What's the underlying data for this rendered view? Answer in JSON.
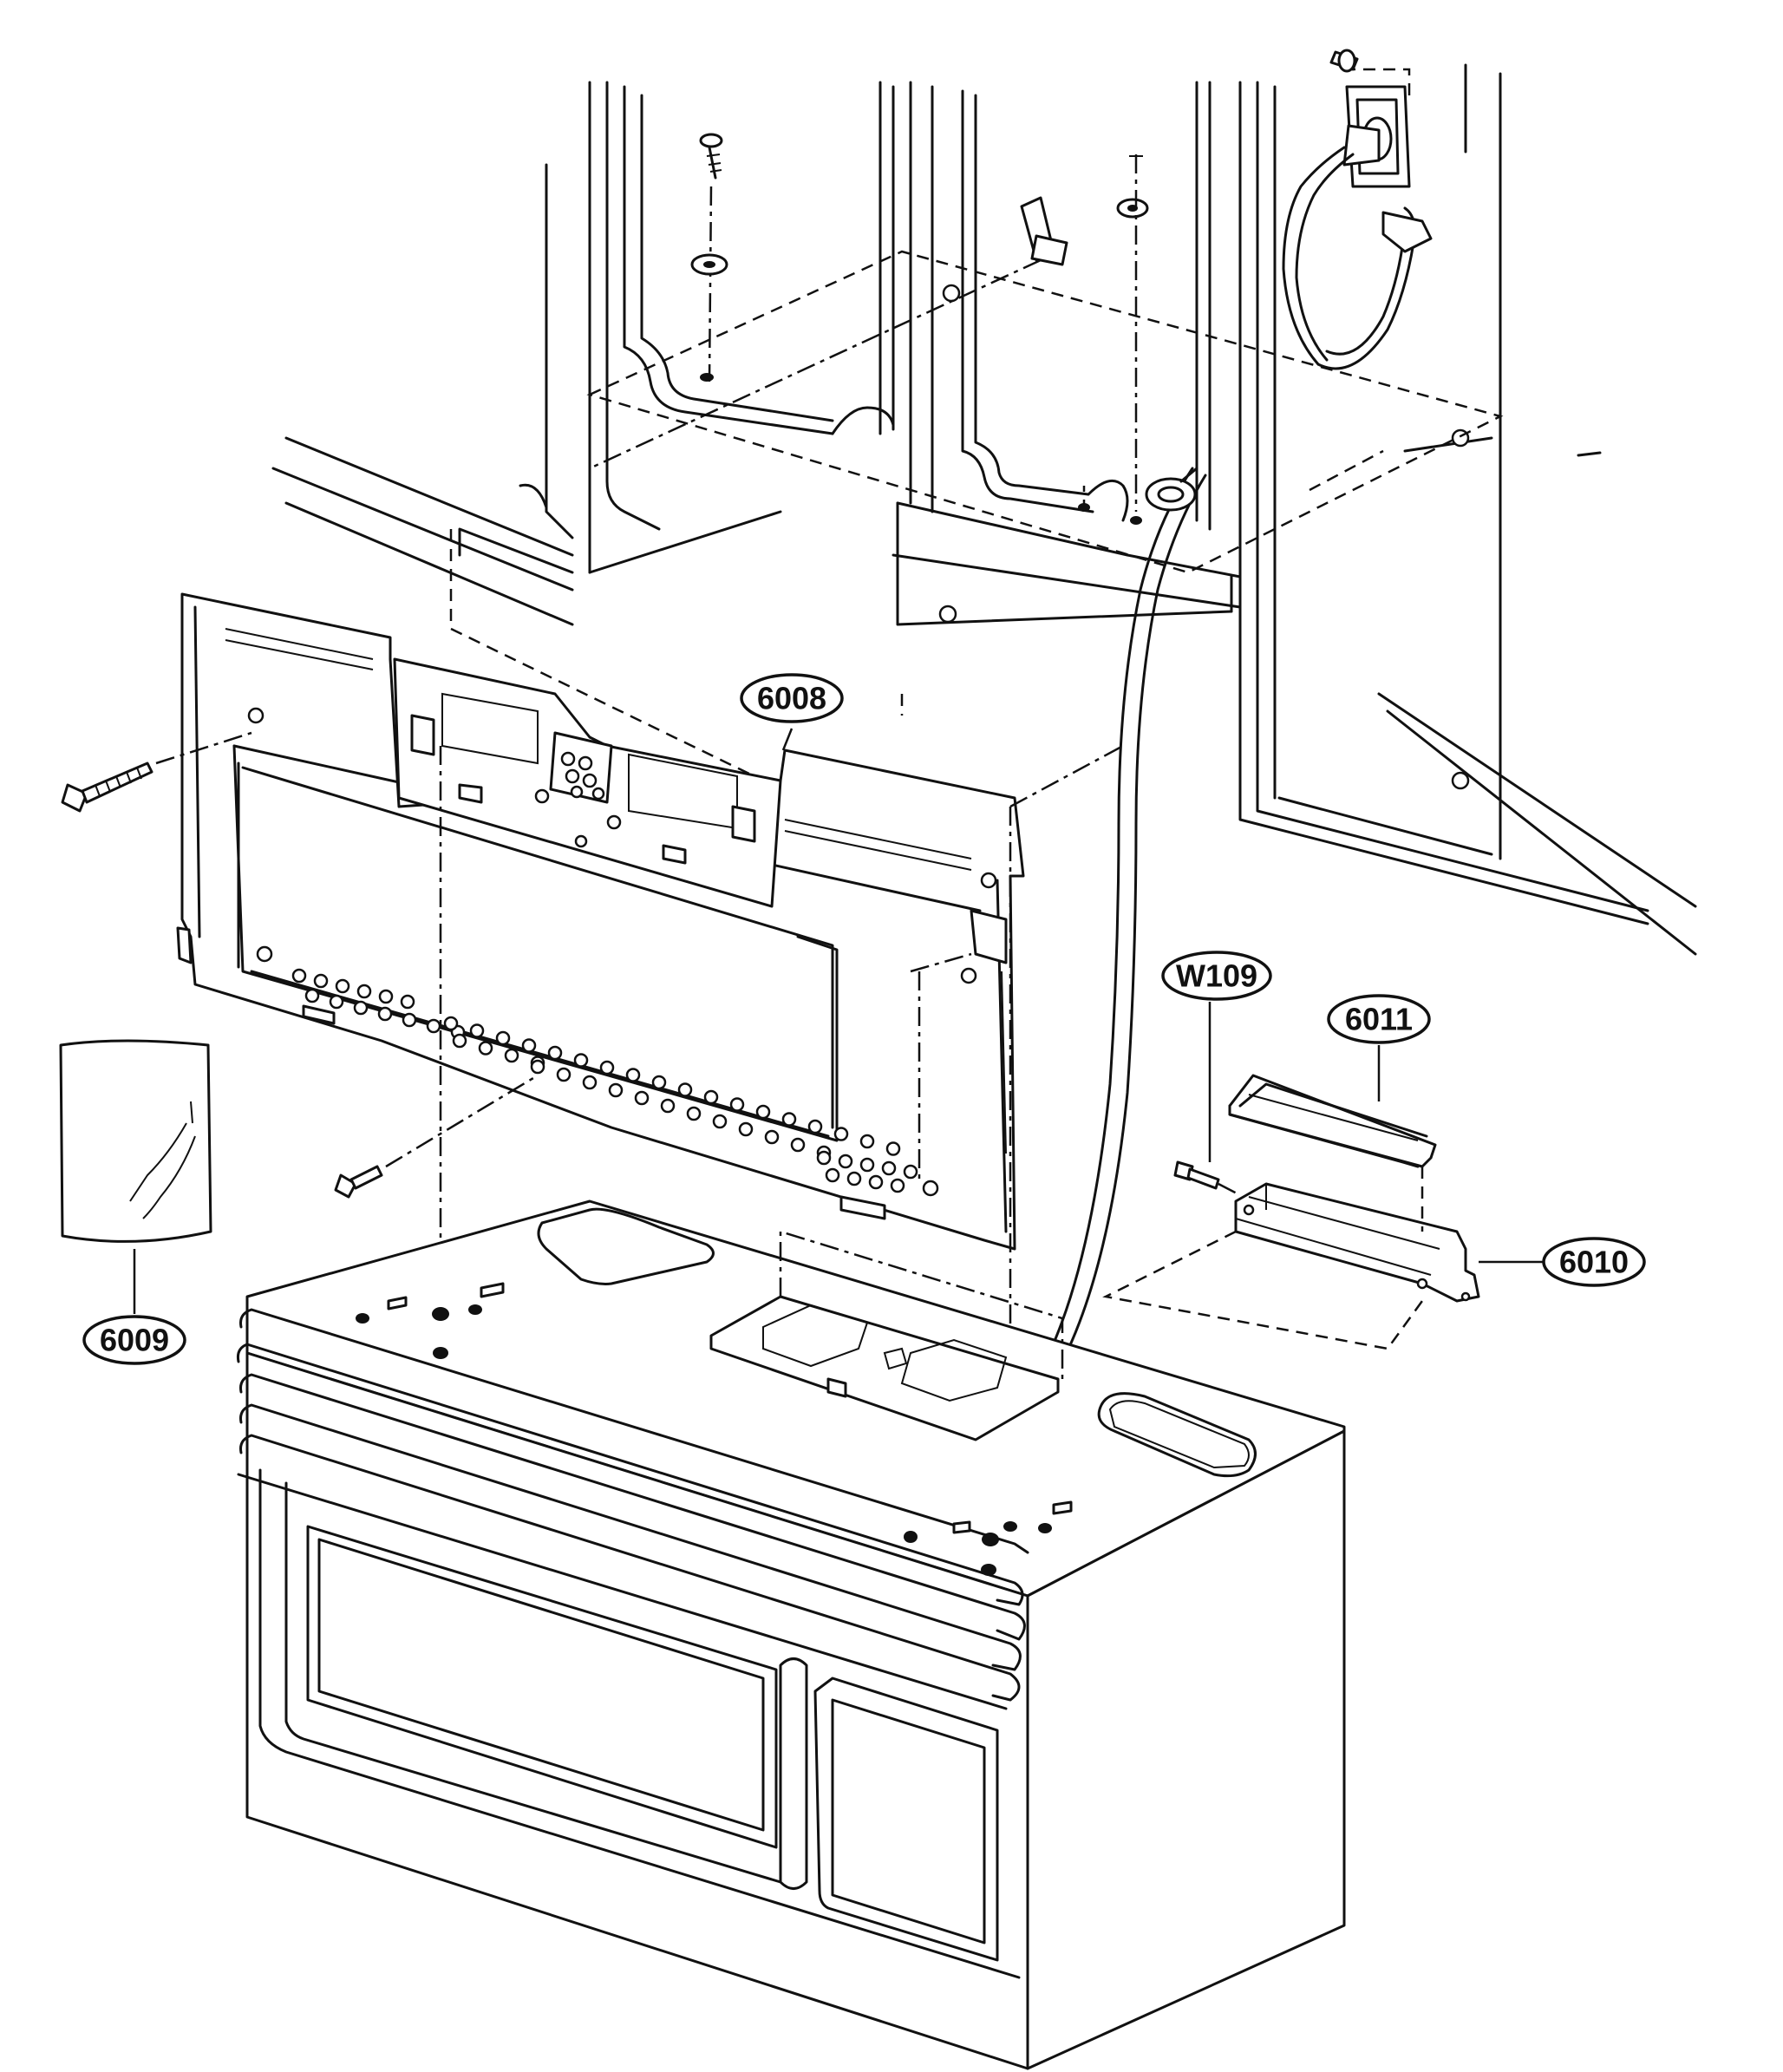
{
  "callouts": {
    "c6008": "6008",
    "c6009": "6009",
    "c6010": "6010",
    "c6011": "6011",
    "cW109": "W109"
  }
}
